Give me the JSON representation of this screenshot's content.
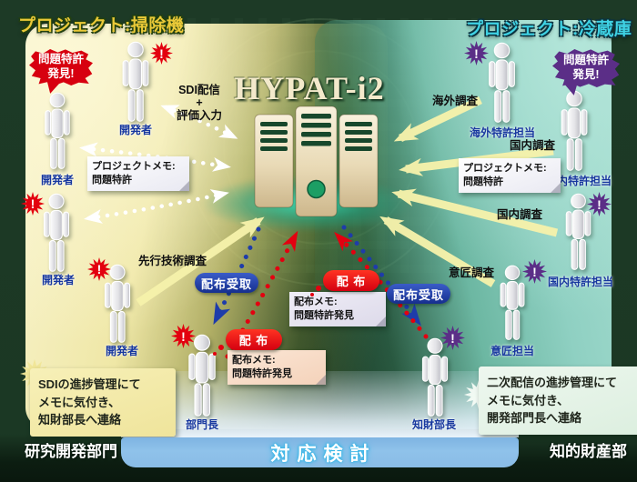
{
  "header": {
    "project_left": "プロジェクト:掃除機",
    "project_right": "プロジェクト:冷蔵庫",
    "system_name": "HYPAT-i2"
  },
  "people": {
    "dev1": "開発者",
    "dev2": "開発者",
    "dev3": "開発者",
    "dev4": "開発者",
    "dept_head": "部門長",
    "ip_head": "知財部長",
    "overseas": "海外特許担当",
    "domestic1": "国内特許担当",
    "domestic2": "国内特許担当",
    "design": "意匠担当"
  },
  "alerts": {
    "mark": "!",
    "left_bubble": "問題特許\n発見!",
    "right_bubble": "問題特許\n発見!"
  },
  "arrow_labels": {
    "sdi": "SDI配信\n+\n評価入力",
    "prior_art": "先行技術調査",
    "overseas_search": "海外調査",
    "domestic_search_1": "国内調査",
    "domestic_search_2": "国内調査",
    "design_search": "意匠調査"
  },
  "memos": {
    "project_memo_left": "プロジェクトメモ:\n問題特許",
    "project_memo_right": "プロジェクトメモ:\n問題特許",
    "dist_memo_center": "配布メモ:\n問題特許発見",
    "dist_memo_left": "配布メモ:\n問題特許発見",
    "sdi_progress_note": "SDIの進捗管理にて\nメモに気付き、\n知財部長へ連絡",
    "secondary_progress_note": "二次配信の進捗管理にて\nメモに気付き、\n開発部門長へ連絡"
  },
  "pills": {
    "receive_left": "配布受取",
    "receive_right": "配布受取",
    "distribute_center": "配 布",
    "distribute_left": "配 布"
  },
  "footer": {
    "left_department": "研究開発部門",
    "action_bar": "対応検討",
    "right_department": "知的財産部"
  },
  "colors": {
    "alert_red": "#e3000f",
    "alert_purple": "#5b2e87",
    "pill_blue": "#1e3caa",
    "pill_red": "#e60012",
    "label_blue": "#16379e",
    "title_gold": "#eac938",
    "title_cyan": "#3fd2e4",
    "server_cream": "#f0e5c8",
    "glow_teal": "#2bb39a",
    "bar_blue": "#8abce8"
  }
}
